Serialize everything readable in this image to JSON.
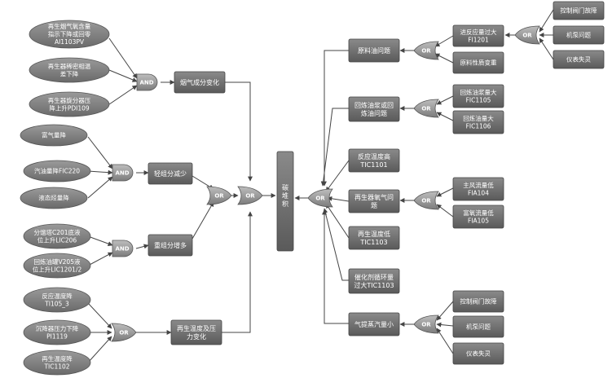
{
  "colors": {
    "ellipse_fill": "#7a7a7a",
    "box_fill": "#6e6e6e",
    "gate_fill": "#9a9a9a",
    "line": "#444444",
    "text": "#ffffff"
  },
  "gates": {
    "and_label": "AND",
    "or_label": "OR"
  },
  "left_events": {
    "flue_oxygen": [
      "再生烟气氧含量",
      "指示下降或回零",
      "AI1103PV"
    ],
    "regen_dense_temp": [
      "再生器稀密相温",
      "差下降"
    ],
    "regen_cyclone_pressure": [
      "再生器旋分器压",
      "降上升PDI109"
    ],
    "rich_gas_drop": [
      "富气量降"
    ],
    "gasoline_drop": [
      "汽油量降FIC220"
    ],
    "liquid_hc_drop": [
      "液态烃量降"
    ],
    "fractionator_level": [
      "分馏塔C201底液",
      "位上升LIC206"
    ],
    "recycle_tank_level": [
      "回炼油罐V205液",
      "位上升LIC1201/2"
    ],
    "reaction_temp_drop": [
      "反应温度降",
      "TI105_3"
    ],
    "stripper_pressure_drop": [
      "沉降器压力下降",
      "PI1119"
    ],
    "regen_temp_drop": [
      "再生温度降",
      "TIC1102"
    ]
  },
  "mid_boxes": {
    "flue_gas_change": [
      "烟气成分变化"
    ],
    "light_drop": [
      "轻组分减少"
    ],
    "heavy_rise": [
      "重组分增多"
    ],
    "regen_change": [
      "再生温度及压",
      "力变化"
    ]
  },
  "top_event": [
    "碳",
    "堆",
    "积"
  ],
  "right_boxes": {
    "feed_problem": [
      "原料油问题"
    ],
    "recycle_problem": [
      "回炼油浆或回",
      "炼油问题"
    ],
    "reaction_temp_high": [
      "反应温度高",
      "TIC1101"
    ],
    "regen_oxygen_low": [
      "再生器氧气问",
      "题"
    ],
    "regen_temp_low": [
      "再生温度低",
      "TIC1103"
    ],
    "catalyst_circ": [
      "催化剂循环量",
      "过大TIC1103"
    ],
    "steam_low": [
      "气提蒸汽量小"
    ]
  },
  "far_right": {
    "feed_flow_high": [
      "进反应量过大",
      "FI1201"
    ],
    "feed_quality": [
      "原料性质变重"
    ],
    "valve_fault_top": [
      "控制阀门故障"
    ],
    "pump_top": [
      "机泵问题"
    ],
    "meter_top": [
      "仪表失灵"
    ],
    "slurry_high": [
      "回炼油浆量大",
      "FIC1105"
    ],
    "recycle_oil_high": [
      "回炼油量大",
      "FIC1106"
    ],
    "main_air_low": [
      "主风流量低",
      "FIA104"
    ],
    "rich_o2_low": [
      "富氧流量低",
      "FIA105"
    ],
    "valve_fault_bot": [
      "控制阀门故障"
    ],
    "pump_bot": [
      "机泵问题"
    ],
    "meter_bot": [
      "仪表失灵"
    ]
  }
}
